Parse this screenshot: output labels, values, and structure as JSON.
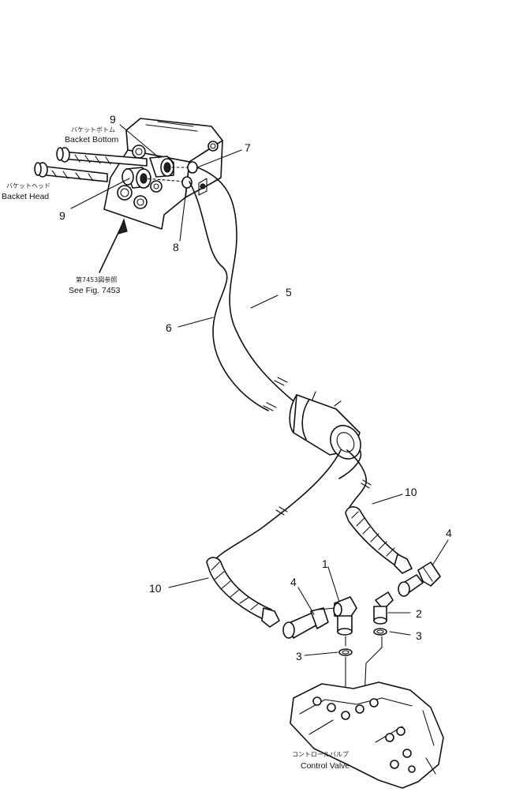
{
  "callouts": {
    "c1": "1",
    "c2": "2",
    "c3a": "3",
    "c3b": "3",
    "c4a": "4",
    "c4b": "4",
    "c5": "5",
    "c6": "6",
    "c7": "7",
    "c8": "8",
    "c9a": "9",
    "c9b": "9",
    "c10a": "10",
    "c10b": "10"
  },
  "labels": {
    "bucket_bottom_jp": "バケットボトム",
    "bucket_bottom": "Backet Bottom",
    "bucket_head_jp": "バケットヘッド",
    "bucket_head": "Backet Head",
    "see_fig_jp": "第7453図参照",
    "see_fig": "See Fig. 7453",
    "control_valve_jp": "コントロールバルブ",
    "control_valve": "Control Valve"
  }
}
